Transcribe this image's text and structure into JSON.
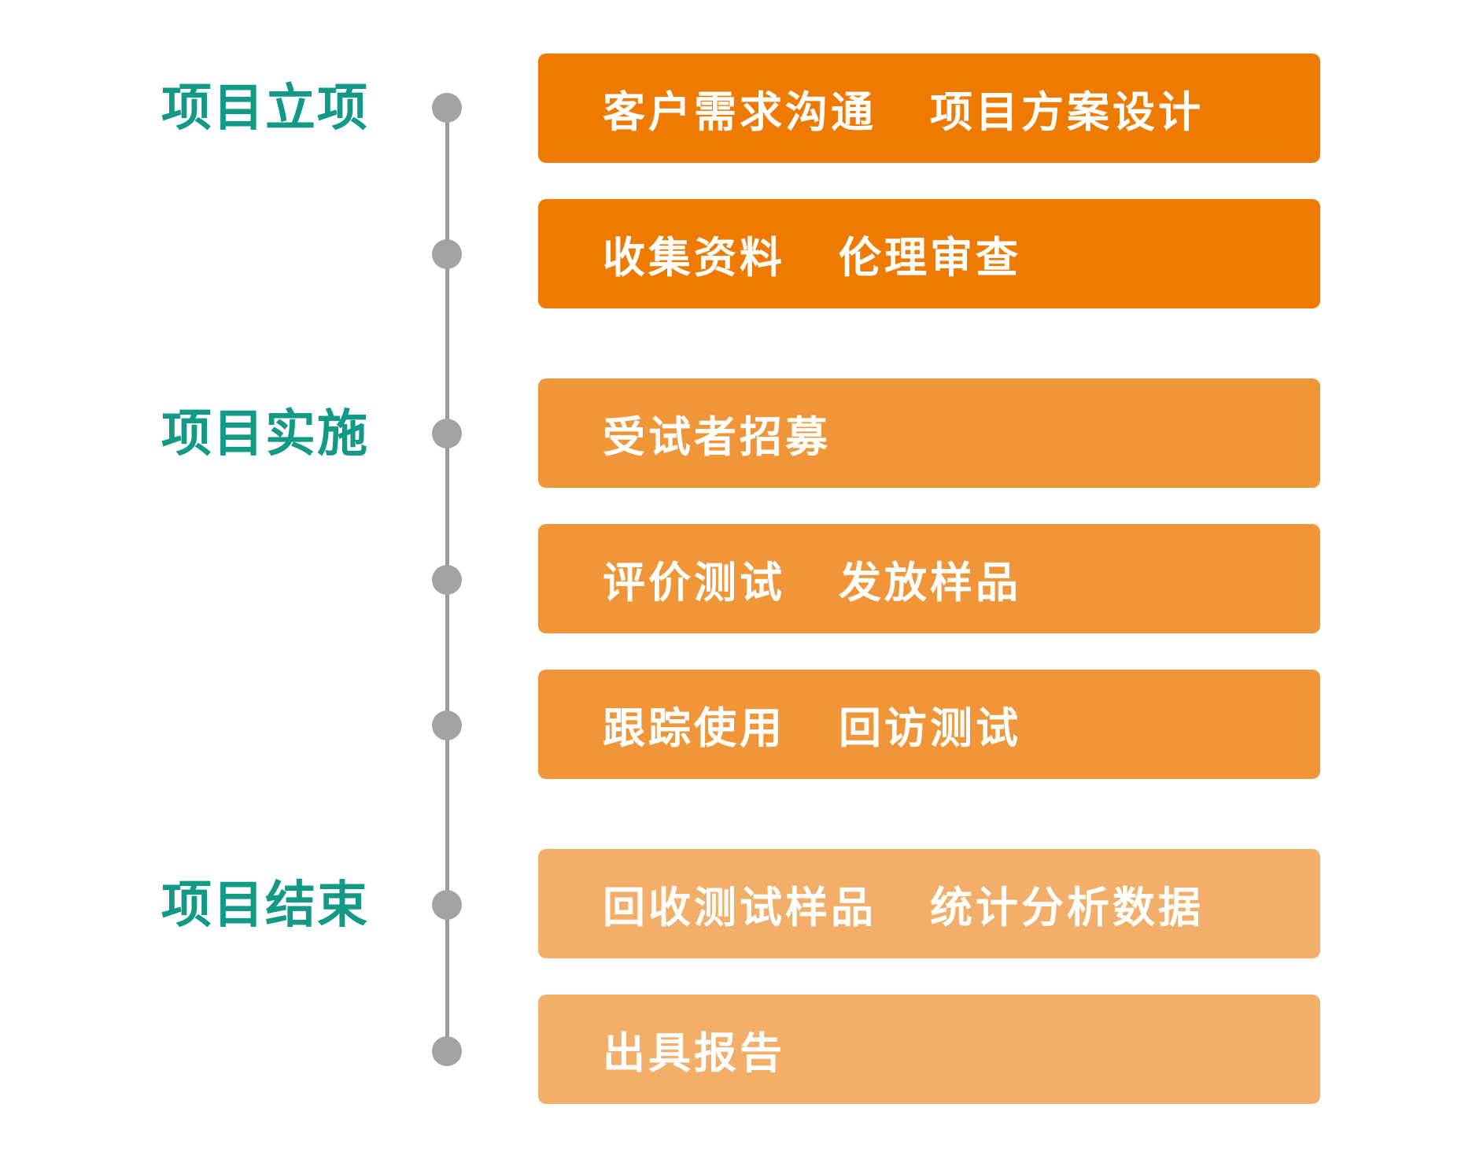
{
  "colors": {
    "phase_label": "#139a86",
    "timeline": "#9b9b9b",
    "dot": "#a3a3a3",
    "step_dark": "#ee7a02",
    "step_medium": "#f09538",
    "step_light": "#f3ae69",
    "step_text": "#ffffff"
  },
  "phases": [
    {
      "label": "项目立项"
    },
    {
      "label": "项目实施"
    },
    {
      "label": "项目结束"
    }
  ],
  "steps": [
    {
      "phase": 0,
      "shade": "dark",
      "texts": [
        "客户需求沟通",
        "项目方案设计"
      ]
    },
    {
      "phase": 0,
      "shade": "dark",
      "texts": [
        "收集资料",
        "伦理审查"
      ]
    },
    {
      "phase": 1,
      "shade": "medium",
      "texts": [
        "受试者招募"
      ]
    },
    {
      "phase": 1,
      "shade": "medium",
      "texts": [
        "评价测试",
        "发放样品"
      ]
    },
    {
      "phase": 1,
      "shade": "medium",
      "texts": [
        "跟踪使用",
        "回访测试"
      ]
    },
    {
      "phase": 2,
      "shade": "light",
      "texts": [
        "回收测试样品",
        "统计分析数据"
      ]
    },
    {
      "phase": 2,
      "shade": "light",
      "texts": [
        "出具报告"
      ]
    }
  ]
}
